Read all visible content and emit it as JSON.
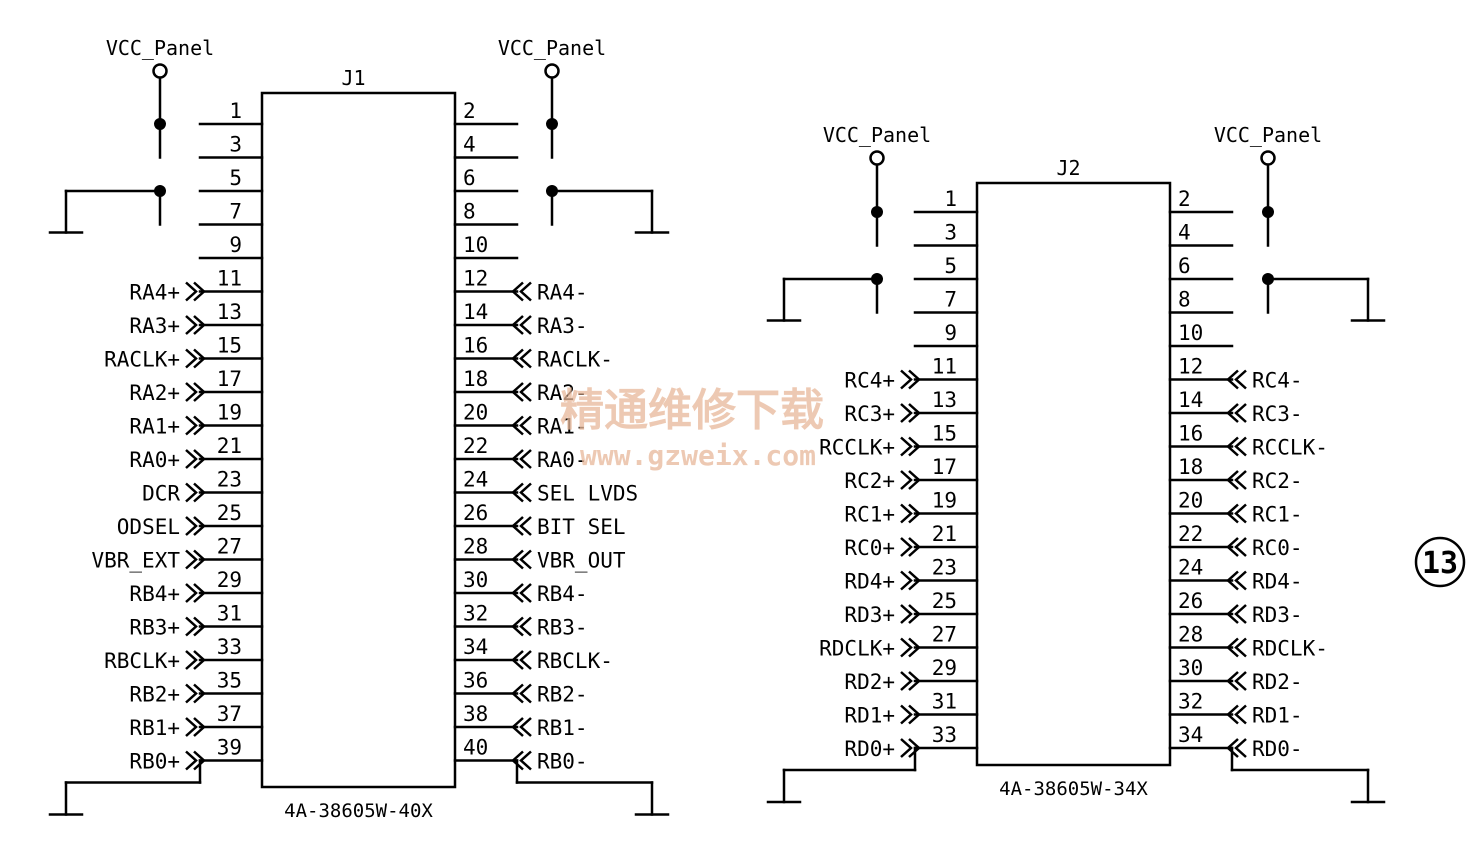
{
  "power_net": "VCC_Panel",
  "watermark": {
    "cn": "精通维修下载",
    "url": "www.gzweix.com"
  },
  "figure_number": "13",
  "connectors": [
    {
      "ref": "J1",
      "part": "4A-38605W-40X",
      "pins": 40,
      "left_signals": [
        "RA4+",
        "RA3+",
        "RACLK+",
        "RA2+",
        "RA1+",
        "RA0+",
        "DCR",
        "ODSEL",
        "VBR_EXT",
        "RB4+",
        "RB3+",
        "RBCLK+",
        "RB2+",
        "RB1+",
        "RB0+"
      ],
      "right_signals": [
        "RA4-",
        "RA3-",
        "RACLK-",
        "RA2-",
        "RA1-",
        "RA0-",
        "SEL LVDS",
        "BIT SEL",
        "VBR_OUT",
        "RB4-",
        "RB3-",
        "RBCLK-",
        "RB2-",
        "RB1-",
        "RB0-"
      ]
    },
    {
      "ref": "J2",
      "part": "4A-38605W-34X",
      "pins": 34,
      "left_signals": [
        "RC4+",
        "RC3+",
        "RCCLK+",
        "RC2+",
        "RC1+",
        "RC0+",
        "RD4+",
        "RD3+",
        "RDCLK+",
        "RD2+",
        "RD1+",
        "RD0+"
      ],
      "right_signals": [
        "RC4-",
        "RC3-",
        "RCCLK-",
        "RC2-",
        "RC1-",
        "RC0-",
        "RD4-",
        "RD3-",
        "RDCLK-",
        "RD2-",
        "RD1-",
        "RD0-"
      ]
    }
  ]
}
